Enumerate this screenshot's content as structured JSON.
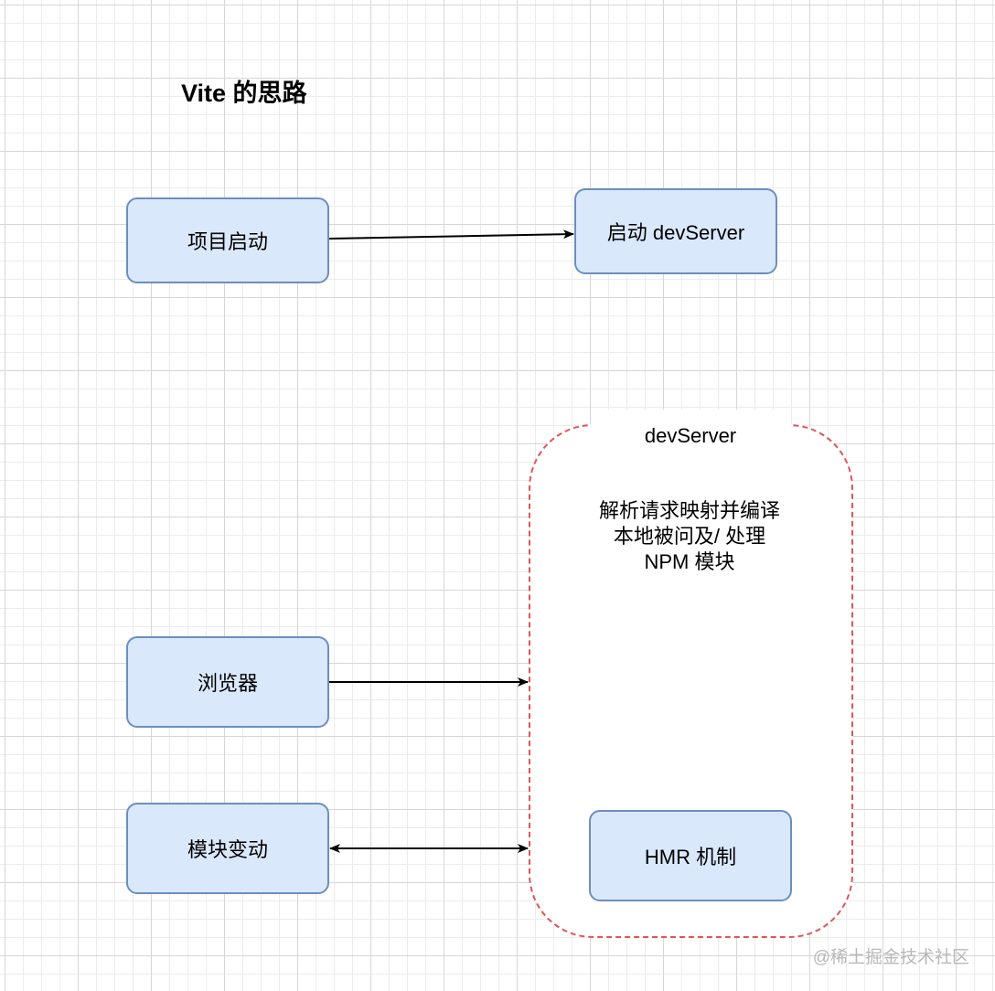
{
  "title": "Vite 的思路",
  "nodes": {
    "project_start": "项目启动",
    "start_devserver": "启动 devServer",
    "browser": "浏览器",
    "module_change": "模块变动",
    "hmr": "HMR 机制"
  },
  "dev_server_group": {
    "label": "devServer",
    "description_lines": [
      "解析请求映射并编译",
      "本地被问及/ 处理",
      "NPM 模块"
    ]
  },
  "edges": [
    {
      "from": "project_start",
      "to": "start_devserver",
      "direction": "forward"
    },
    {
      "from": "browser",
      "to": "dev_server_group",
      "direction": "forward"
    },
    {
      "from": "module_change",
      "to": "dev_server_group",
      "direction": "both"
    }
  ],
  "colors": {
    "node_fill": "#dae8fc",
    "node_stroke": "#6c8ebf",
    "group_stroke": "#e05555"
  },
  "watermark": "@稀土掘金技术社区"
}
